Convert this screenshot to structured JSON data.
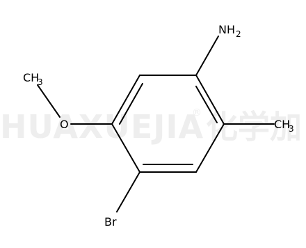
{
  "molecule": {
    "atoms": {
      "amine": {
        "text": "NH",
        "sub": "2"
      },
      "methoxy_carbon": {
        "text": "CH",
        "sub": "3"
      },
      "oxygen": {
        "text": "O"
      },
      "methyl": {
        "text": "CH",
        "sub": "3"
      },
      "bromine": {
        "text": "Br"
      }
    }
  },
  "watermark": {
    "latin": "HUAXUEJIA",
    "registered": "®",
    "chinese": "化学加"
  },
  "colors": {
    "bond": "#000000",
    "label": "#000000",
    "watermark": "#eeeeee",
    "background": "#ffffff"
  }
}
